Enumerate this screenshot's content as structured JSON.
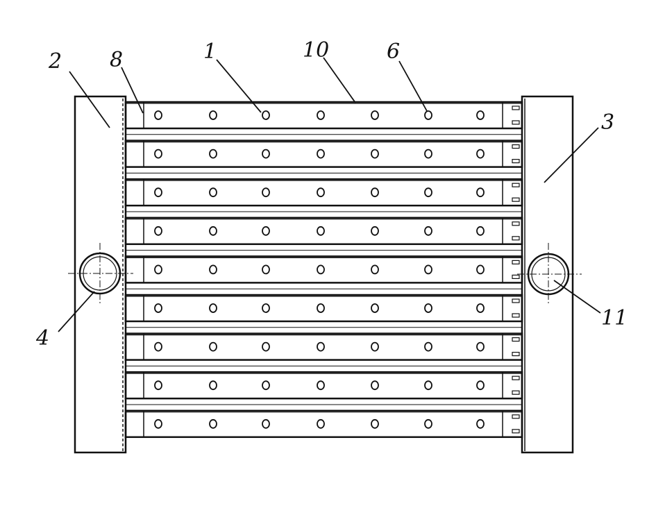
{
  "diagram": {
    "line_color": "#111111",
    "background": "#ffffff",
    "tube_count": 9,
    "holes_per_tube": 7,
    "hole_mark": "o",
    "parts": {
      "left_header": "left-header-tank",
      "right_header": "right-header-tank",
      "inlet": "inlet-pipe",
      "outlet": "outlet-pipe",
      "tubes": "tube-plate"
    },
    "labels": [
      {
        "id": "label-1",
        "text": "1"
      },
      {
        "id": "label-2",
        "text": "2"
      },
      {
        "id": "label-3",
        "text": "3"
      },
      {
        "id": "label-4",
        "text": "4"
      },
      {
        "id": "label-6",
        "text": "6"
      },
      {
        "id": "label-8",
        "text": "8"
      },
      {
        "id": "label-10",
        "text": "10"
      },
      {
        "id": "label-11",
        "text": "11"
      }
    ]
  }
}
